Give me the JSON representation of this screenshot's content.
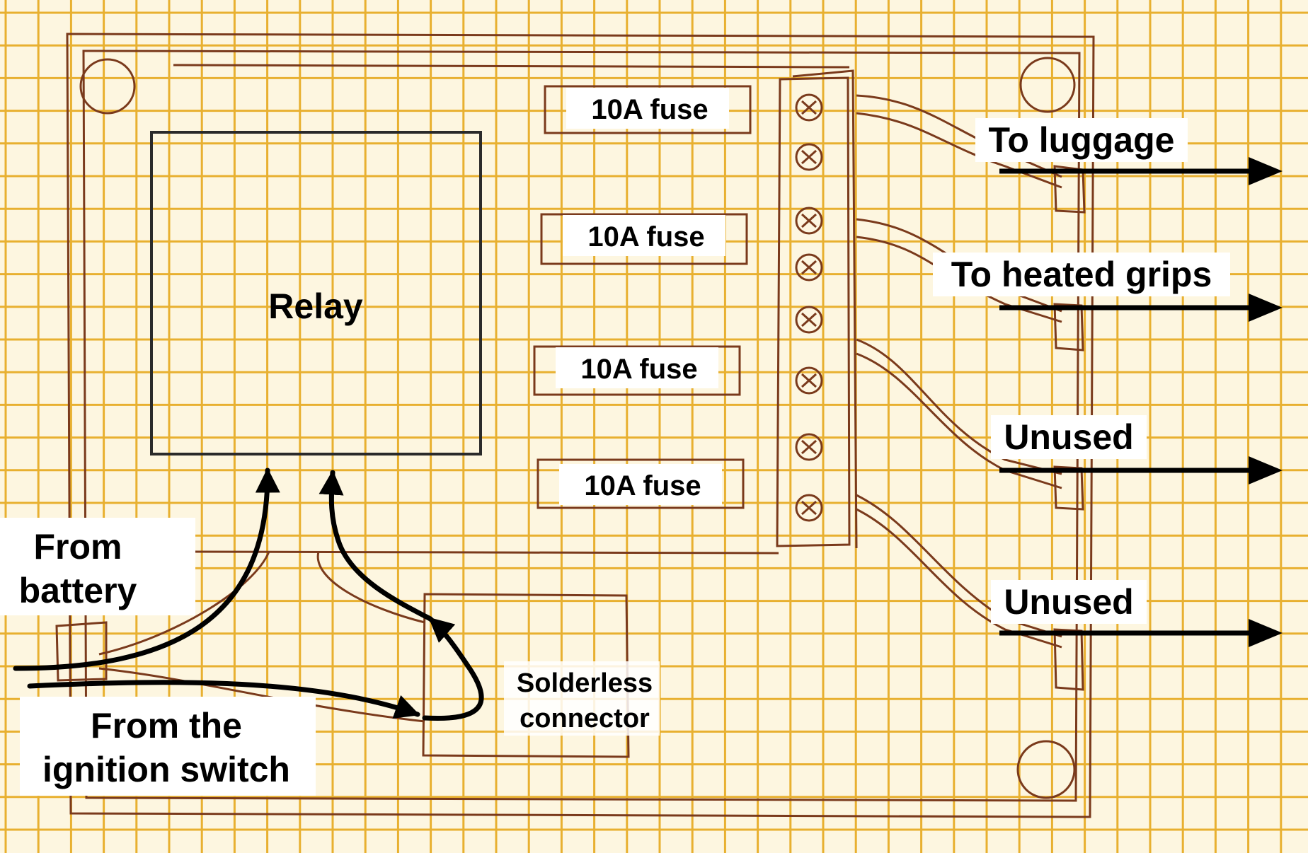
{
  "relay": {
    "label": "Relay"
  },
  "fuses": [
    {
      "label": "10A fuse"
    },
    {
      "label": "10A fuse"
    },
    {
      "label": "10A fuse"
    },
    {
      "label": "10A fuse"
    }
  ],
  "outputs": [
    {
      "label": "To luggage"
    },
    {
      "label": "To heated grips"
    },
    {
      "label": "Unused"
    },
    {
      "label": "Unused"
    }
  ],
  "inputs": {
    "battery_line1": "From",
    "battery_line2": "battery",
    "ignition_line1": "From the",
    "ignition_line2": "ignition switch"
  },
  "connector": {
    "line1": "Solderless",
    "line2": "connector"
  },
  "colors": {
    "grid": "#e8b030",
    "sketch": "#7a3a1c",
    "ink": "#000000",
    "paper": "#fdf6e0"
  }
}
